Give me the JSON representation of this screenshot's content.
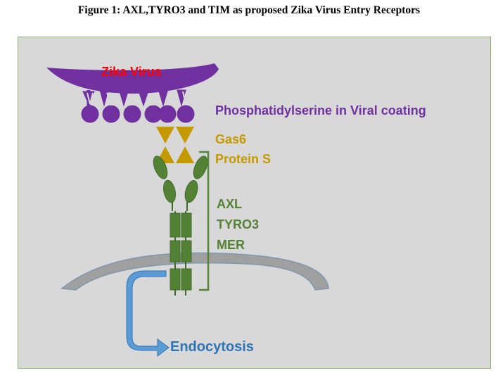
{
  "figure": {
    "caption": "Figure 1: AXL,TYRO3 and TIM as proposed Zika Virus Entry Receptors"
  },
  "labels": {
    "virus": "Zika Virus",
    "phosphatidylserine": "Phosphatidylserine in Viral coating",
    "gas6": "Gas6",
    "protein_s": "Protein S",
    "axl": "AXL",
    "tyro3": "TYRO3",
    "mer": "MER",
    "endocytosis": "Endocytosis"
  },
  "colors": {
    "panel_bg": "#d8d8d8",
    "virus_purple": "#7030a0",
    "virus_label_red": "#ff0000",
    "ligand_gold": "#c49a00",
    "receptor_green": "#548235",
    "receptor_dark": "#3e6a2a",
    "membrane_gray": "#a0a0a0",
    "membrane_edge": "#7f96b0",
    "arrow_blue": "#5b9bd5",
    "endocytosis_blue": "#2e75b6"
  }
}
